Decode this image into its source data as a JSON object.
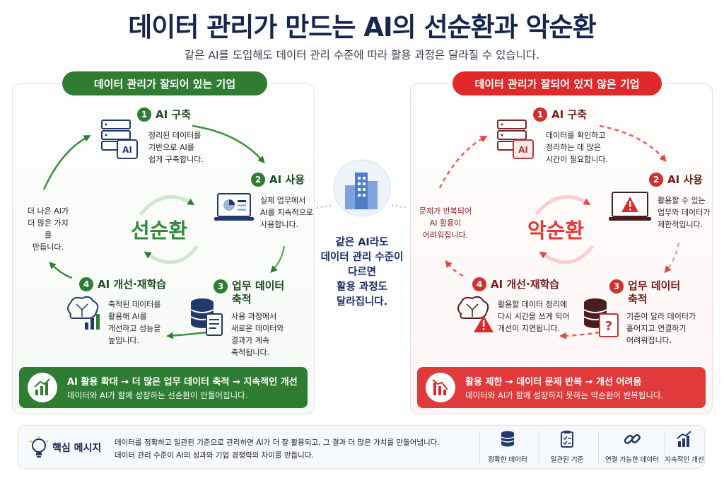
{
  "title": "데이터 관리가 만드는 AI의 선순환과 악순환",
  "subtitle": "같은 AI를 도입해도 데이터 관리 수준에 따라 활용 과정은 달라질 수 있습니다.",
  "good": {
    "tag": "데이터 관리가 잘되어 있는 기업",
    "center": "선순환",
    "side": "더 나은 AI가\n더 많은 가치를\n만듭니다.",
    "steps": [
      {
        "num": "1",
        "title": "AI 구축",
        "desc": "정리된 데이터를\n기반으로 AI를\n쉽게 구축합니다."
      },
      {
        "num": "2",
        "title": "AI 사용",
        "desc": "실제 업무에서\nAI를 지속적으로\n사용합니다."
      },
      {
        "num": "3",
        "title": "업무 데이터\n축적",
        "desc": "사용 과정에서\n새로운 데이터와\n결과가 계속\n축적됩니다."
      },
      {
        "num": "4",
        "title": "AI 개선·재학습",
        "desc": "축적된 데이터를\n활용해 AI를\n개선하고 성능을\n높입니다."
      }
    ],
    "banner_line1": "AI 활용 확대 → 더 많은 업무 데이터 축적 → 지속적인 개선",
    "banner_line2": "데이터와 AI가 함께 성장하는 선순환이 만들어집니다.",
    "color": "#2e7d32"
  },
  "bad": {
    "tag": "데이터 관리가 잘되어 있지 않은 기업",
    "center": "악순환",
    "side": "문제가 반복되어\nAI 활용이\n어려워집니다.",
    "steps": [
      {
        "num": "1",
        "title": "AI 구축",
        "desc": "데이터를 확인하고\n정리하는 데 많은\n시간이 필요합니다."
      },
      {
        "num": "2",
        "title": "AI 사용",
        "desc": "활용할 수 있는\n업무와 데이터가\n제한적입니다."
      },
      {
        "num": "3",
        "title": "업무 데이터\n축적",
        "desc": "기준이 달라 데이터가\n흩어지고 연결하기\n어려워집니다."
      },
      {
        "num": "4",
        "title": "AI 개선·재학습",
        "desc": "활용할 데이터 정리에\n다시 시간을 쓰게 되어\n개선이 지연됩니다."
      }
    ],
    "banner_line1": "활용 제한 → 데이터 문제 반복 → 개선 어려움",
    "banner_line2": "데이터와 AI가 함께 성장하지 못하는 악순환이 반복됩니다.",
    "color": "#e02929"
  },
  "middle": "같은 AI라도\n데이터 관리 수준이\n다르면\n활용 과정도\n달라집니다.",
  "key": {
    "label": "핵심 메시지",
    "line1": "데이터를 정확하고 일관된 기준으로 관리하면 AI가 더 잘 활용되고, 그 결과 더 많은 가치를 만들어냅니다.",
    "line2": "데이터 관리 수준이 AI의 성과와 기업 경쟁력의 차이를 만듭니다.",
    "features": [
      {
        "label": "정확한 데이터",
        "icon": "database-icon"
      },
      {
        "label": "일관된 기준",
        "icon": "clipboard-icon"
      },
      {
        "label": "연결 가능한 데이터",
        "icon": "link-icon"
      },
      {
        "label": "지속적인 개선",
        "icon": "growth-chart-icon"
      }
    ]
  },
  "icon_labels": {
    "chip": "AI"
  }
}
